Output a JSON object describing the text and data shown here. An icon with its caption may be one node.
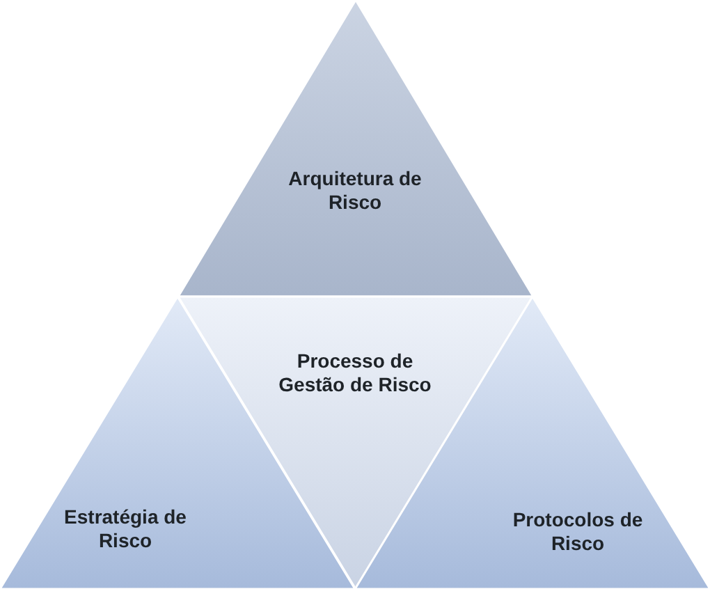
{
  "diagram": {
    "nodes": [
      {
        "text": [
          "Arquitetura de Risco"
        ]
      },
      {
        "text": [
          "Processo de Gestão de Risco"
        ]
      },
      {
        "text": [
          "Estratégia de Risco"
        ]
      },
      {
        "text": [
          "Protocolos de Risco"
        ]
      }
    ]
  }
}
